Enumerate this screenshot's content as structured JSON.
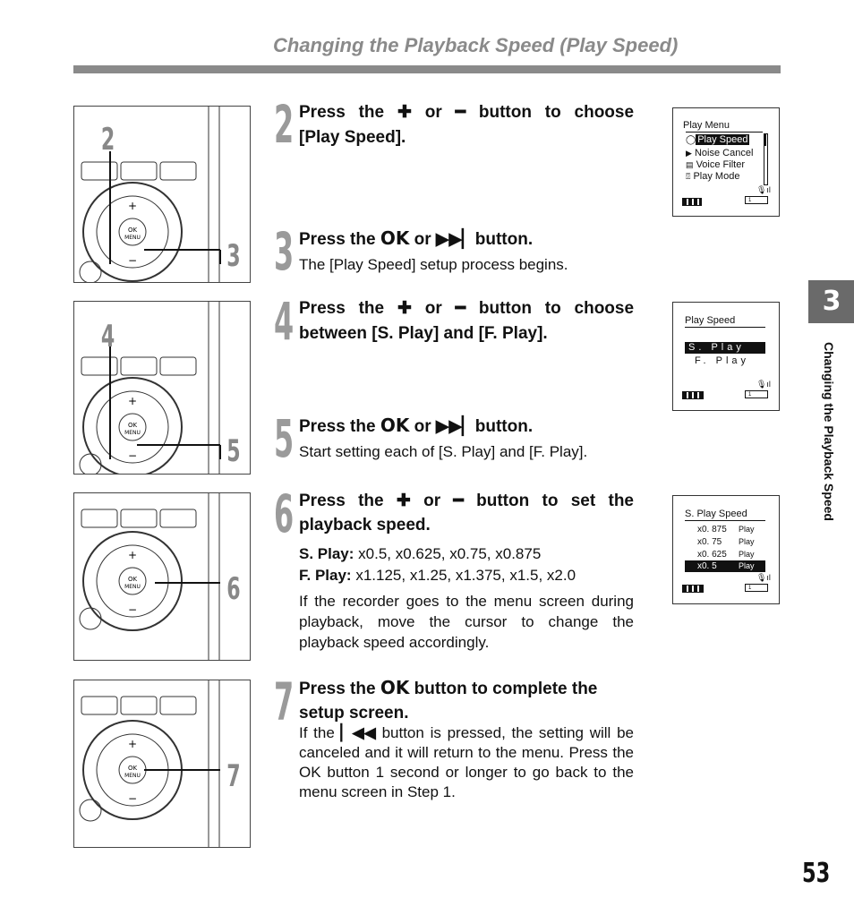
{
  "header": {
    "title": "Changing the Playback Speed (Play Speed)"
  },
  "side_tab": {
    "number": "3",
    "text": "Changing the Playback Speed"
  },
  "page_number": "53",
  "callouts": [
    "2",
    "3",
    "4",
    "5",
    "6",
    "7"
  ],
  "steps": {
    "s2": {
      "num": "2",
      "t1": "Press the",
      "t2": "or",
      "t3": "button to choose",
      "t4": "[Play Speed]."
    },
    "s3": {
      "num": "3",
      "t1": "Press the",
      "ok": "OK",
      "t2": "or",
      "t3": "button.",
      "body": "The [Play Speed] setup process begins."
    },
    "s4": {
      "num": "4",
      "t1": "Press the",
      "t2": "or",
      "t3": "button to choose",
      "t4": "between [S. Play] and [F. Play]."
    },
    "s5": {
      "num": "5",
      "t1": "Press the",
      "ok": "OK",
      "t2": "or",
      "t3": "button.",
      "body": "Start setting each of [S. Play] and [F. Play]."
    },
    "s6": {
      "num": "6",
      "t1": "Press the",
      "t2": "or",
      "t3": "button to set the",
      "t4": "playback speed.",
      "splay_label": "S. Play:",
      "splay_values": "x0.5, x0.625, x0.75, x0.875",
      "fplay_label": "F. Play:",
      "fplay_values": "x1.125, x1.25, x1.375, x1.5, x2.0",
      "body": "If the recorder goes to the menu screen during playback, move the cursor to change the playback speed accordingly."
    },
    "s7": {
      "num": "7",
      "t1": "Press the",
      "ok": "OK",
      "t2": "button to complete the",
      "t3": "setup screen.",
      "b1": "If the",
      "b2": "button is pressed, the setting will be canceled and it will return to the menu. Press the OK button 1 second or longer to go back to the menu screen in Step 1."
    }
  },
  "screens": {
    "menu": {
      "title": "Play Menu",
      "items": [
        "Play Speed",
        "Noise Cancel",
        "Voice Filter",
        "Play Mode"
      ],
      "selected": "Play Speed"
    },
    "speed": {
      "title": "Play Speed",
      "items": [
        "S. Play",
        "F. Play"
      ],
      "selected": "S. Play"
    },
    "splay": {
      "title": "S. Play Speed",
      "rows": [
        {
          "value": "x0. 875",
          "label": "Play"
        },
        {
          "value": "x0. 75",
          "label": "Play"
        },
        {
          "value": "x0. 625",
          "label": "Play"
        },
        {
          "value": "x0. 5",
          "label": "Play"
        }
      ],
      "selected": "x0. 5"
    },
    "counter": "1"
  },
  "device": {
    "ok_label": "OK",
    "menu_label": "MENU"
  }
}
